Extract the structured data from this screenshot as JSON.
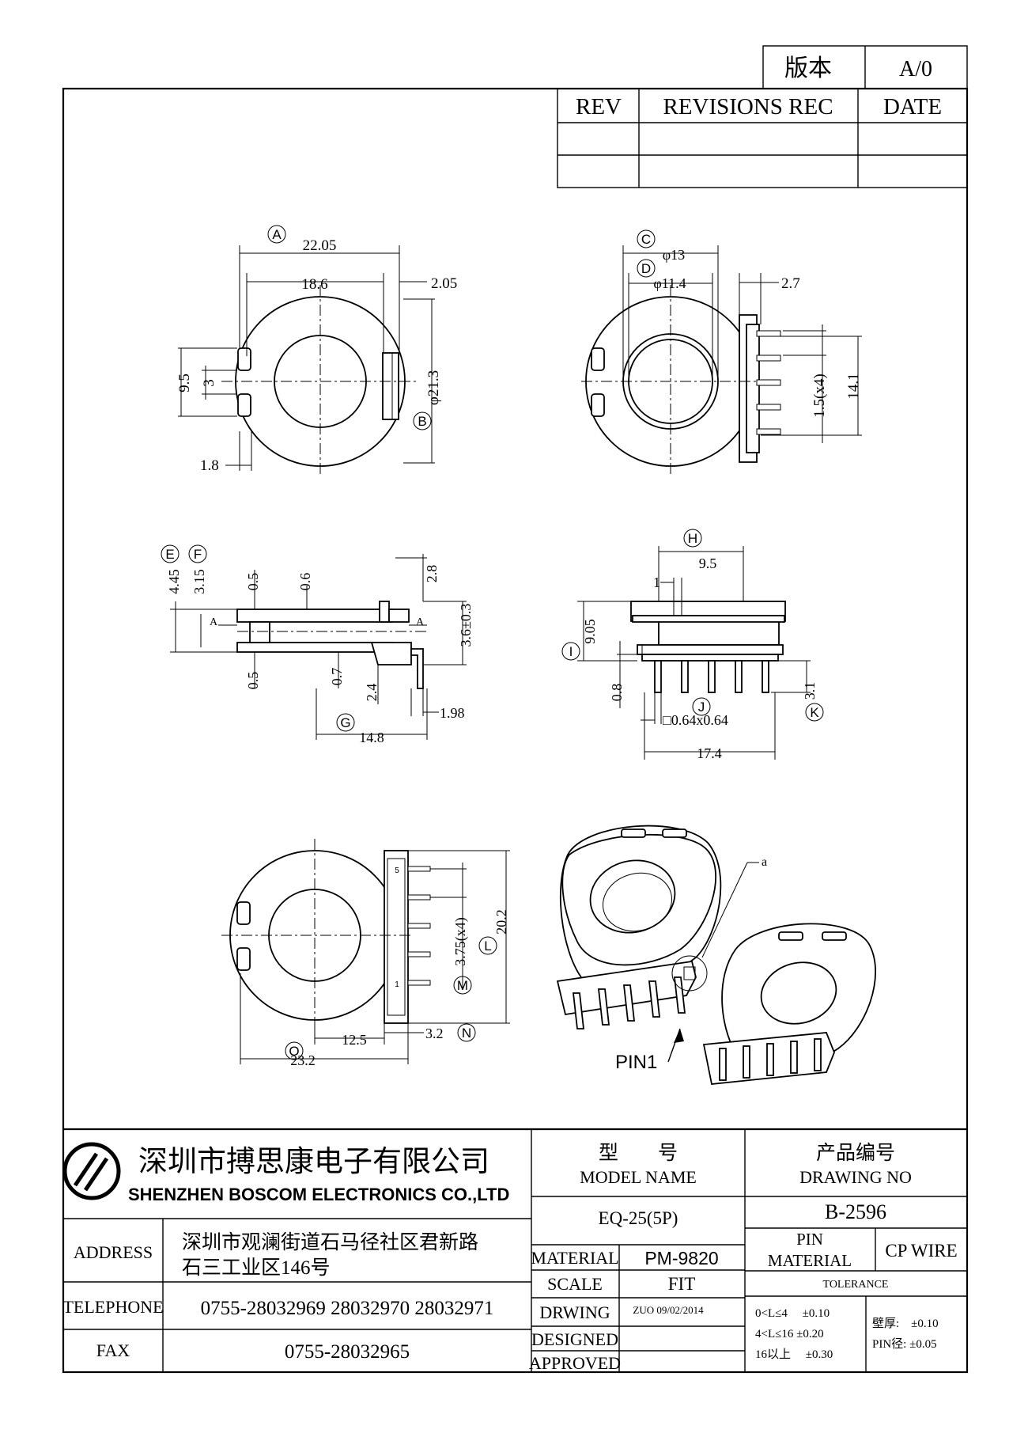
{
  "revision_block": {
    "version_label": "版本",
    "version_value": "A/0",
    "rev_header": "REV",
    "revisions_header": "REVISIONS REC",
    "date_header": "DATE"
  },
  "dimensions": {
    "A": "A",
    "B": "B",
    "C": "C",
    "D": "D",
    "E": "E",
    "F": "F",
    "G": "G",
    "H": "H",
    "I": "I",
    "J": "J",
    "K": "K",
    "L": "L",
    "M": "M",
    "N": "N",
    "O": "O",
    "v1_width": "22.05",
    "v1_inner": "18.6",
    "v1_flange": "2.05",
    "v1_dia": "φ21.3",
    "v1_slot": "9.5",
    "v1_gap": "3",
    "v1_tab": "1.8",
    "v2_d13": "φ13",
    "v2_d114": "φ11.4",
    "v2_27": "2.7",
    "v2_pitch": "1.5(x4)",
    "v2_h": "14.1",
    "v3_445": "4.45",
    "v3_315": "3.15",
    "v3_05a": "0.5",
    "v3_06": "0.6",
    "v3_28": "2.8",
    "v3_36": "3.6±0.3",
    "v3_05b": "0.5",
    "v3_07": "0.7",
    "v3_24": "2.4",
    "v3_198": "1.98",
    "v3_148": "14.8",
    "v3_secA": "A",
    "v4_95": "9.5",
    "v4_1": "1",
    "v4_905": "9.05",
    "v4_08": "0.8",
    "v4_pin": "□0.64x0.64",
    "v4_31": "3.1",
    "v4_174": "17.4",
    "v5_pitch": "3.75(x4)",
    "v5_h": "20.2",
    "v5_125": "12.5",
    "v5_32": "3.2",
    "v5_232": "23.2",
    "v5_pin5": "5",
    "v5_pin1": "1",
    "iso_a": "a",
    "iso_pin1": "PIN1"
  },
  "title_block": {
    "company_cn": "深圳市搏思康电子有限公司",
    "company_en": "SHENZHEN BOSCOM ELECTRONICS CO.,LTD",
    "address_label": "ADDRESS",
    "address_line1": "深圳市观澜街道石马径社区君新路",
    "address_line2": "石三工业区146号",
    "telephone_label": "TELEPHONE",
    "telephone": "0755-28032969 28032970 28032971",
    "fax_label": "FAX",
    "fax": "0755-28032965",
    "model_cn": "型　　号",
    "model_en": "MODEL NAME",
    "model_value": "EQ-25(5P)",
    "drawing_cn": "产品编号",
    "drawing_en": "DRAWING NO",
    "drawing_value": "B-2596",
    "material_label": "MATERIAL",
    "material_value": "PM-9820",
    "pin_material_1": "PIN",
    "pin_material_2": "MATERIAL",
    "pin_material_value": "CP WIRE",
    "scale_label": "SCALE",
    "scale_value": "FIT",
    "drwing_label": "DRWING",
    "drwing_value": "ZUO 09/02/2014",
    "designed_label": "DESIGNED",
    "approved_label": "APPROVED",
    "tolerance_label": "TOLERANCE",
    "tol_row1": "0<L≤4　 ±0.10",
    "tol_row2": "4<L≤16 ±0.20",
    "tol_row3": "16以上　 ±0.30",
    "wall_label": "壁厚:　±0.10",
    "pin_dia_label": "PIN径: ±0.05"
  }
}
